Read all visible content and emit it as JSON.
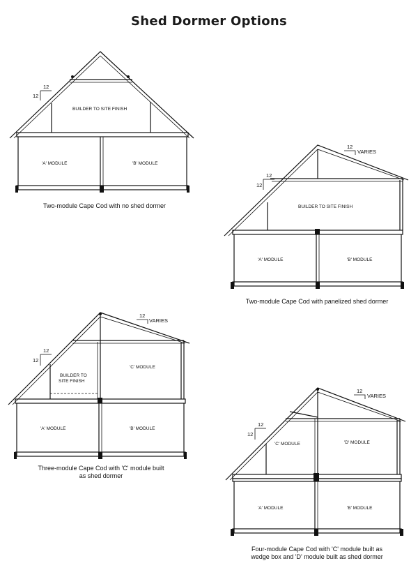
{
  "title": "Shed Dormer Options",
  "labels": {
    "a_module": "'A' MODULE",
    "b_module": "'B' MODULE",
    "c_module": "'C' MODULE",
    "d_module": "'D' MODULE",
    "builder_finish": "BUILDER TO SITE FINISH",
    "builder_finish_l1": "BUILDER TO",
    "builder_finish_l2": "SITE FINISH",
    "pitch_12": "12",
    "varies": "VARIES"
  },
  "diagrams": [
    {
      "caption": "Two-module Cape Cod with no shed dormer"
    },
    {
      "caption": "Two-module Cape Cod with panelized shed dormer"
    },
    {
      "caption_l1": "Three-module Cape Cod with 'C' module built",
      "caption_l2": "as shed dormer"
    },
    {
      "caption_l1": "Four-module Cape Cod with 'C' module built as",
      "caption_l2": "wedge box and 'D' module built as shed dormer"
    }
  ]
}
